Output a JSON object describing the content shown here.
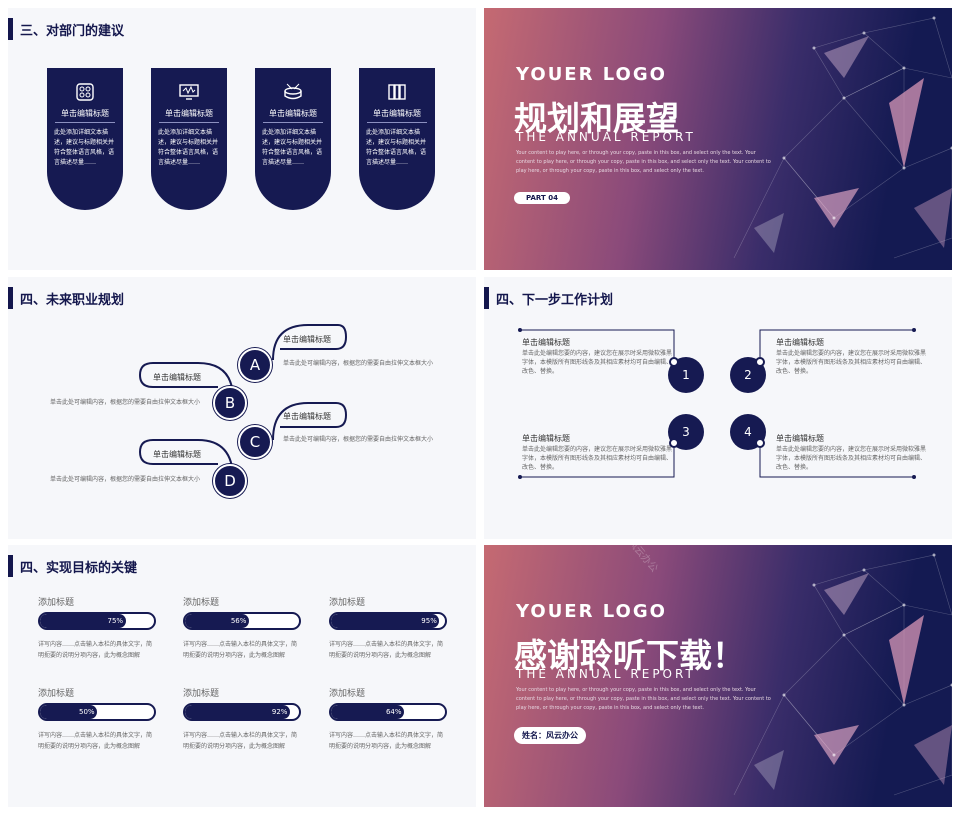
{
  "slide1": {
    "title": "三、对部门的建议",
    "cards": [
      {
        "icon": "grid-icon",
        "title": "单击编辑标题",
        "desc": "此处添加详细文本描述，建议与标题相关并符合整体语言风格，语言描述尽量……"
      },
      {
        "icon": "monitor-icon",
        "title": "单击编辑标题",
        "desc": "此处添加详细文本描述，建议与标题相关并符合整体语言风格，语言描述尽量……"
      },
      {
        "icon": "drum-icon",
        "title": "单击编辑标题",
        "desc": "此处添加详细文本描述，建议与标题相关并符合整体语言风格，语言描述尽量……"
      },
      {
        "icon": "book-icon",
        "title": "单击编辑标题",
        "desc": "此处添加详细文本描述，建议与标题相关并符合整体语言风格，语言描述尽量……"
      }
    ]
  },
  "slide2": {
    "logo": "YOUER LOGO",
    "heading": "规划和展望",
    "annual": "THE ANNUAL REPORT",
    "en_text": "Your content to play here, or through your copy, paste in this box, and select only the text. Your content to play here, or through your copy, paste in this box, and select only the text. Your content to play here, or through your copy, paste in this box, and select only the text.",
    "part": "PART 04"
  },
  "slide3": {
    "title": "四、未来职业规划",
    "items": [
      {
        "letter": "A",
        "title": "单击编辑标题",
        "desc": "单击此处可编辑内容，根据您的需要自由拉伸文本框大小"
      },
      {
        "letter": "B",
        "title": "单击编辑标题",
        "desc": "单击此处可编辑内容，根据您的需要自由拉伸文本框大小"
      },
      {
        "letter": "C",
        "title": "单击编辑标题",
        "desc": "单击此处可编辑内容，根据您的需要自由拉伸文本框大小"
      },
      {
        "letter": "D",
        "title": "单击编辑标题",
        "desc": "单击此处可编辑内容，根据您的需要自由拉伸文本框大小"
      }
    ]
  },
  "slide4": {
    "title": "四、下一步工作计划",
    "items": [
      {
        "num": "1",
        "title": "单击编辑标题",
        "desc": "单击此处编辑您要的内容，建议您在展示时采用微软雅黑字体，本模版所有图形线条及其相应素材均可自由编辑、改色、替换。"
      },
      {
        "num": "2",
        "title": "单击编辑标题",
        "desc": "单击此处编辑您要的内容，建议您在展示时采用微软雅黑字体，本模版所有图形线条及其相应素材均可自由编辑、改色、替换。"
      },
      {
        "num": "3",
        "title": "单击编辑标题",
        "desc": "单击此处编辑您要的内容，建议您在展示时采用微软雅黑字体，本模版所有图形线条及其相应素材均可自由编辑、改色、替换。"
      },
      {
        "num": "4",
        "title": "单击编辑标题",
        "desc": "单击此处编辑您要的内容，建议您在展示时采用微软雅黑字体，本模版所有图形线条及其相应素材均可自由编辑、改色、替换。"
      }
    ]
  },
  "slide5": {
    "title": "四、实现目标的关键",
    "bars": [
      {
        "label": "添加标题",
        "pct": "75%",
        "value": 0.75,
        "desc": "详写内容……点击输入本栏的具体文字，简明扼要的说明分项内容，此为概念图解"
      },
      {
        "label": "添加标题",
        "pct": "56%",
        "value": 0.56,
        "desc": "详写内容……点击输入本栏的具体文字，简明扼要的说明分项内容，此为概念图解"
      },
      {
        "label": "添加标题",
        "pct": "95%",
        "value": 0.95,
        "desc": "详写内容……点击输入本栏的具体文字，简明扼要的说明分项内容，此为概念图解"
      },
      {
        "label": "添加标题",
        "pct": "50%",
        "value": 0.5,
        "desc": "详写内容……点击输入本栏的具体文字，简明扼要的说明分项内容，此为概念图解"
      },
      {
        "label": "添加标题",
        "pct": "92%",
        "value": 0.92,
        "desc": "详写内容……点击输入本栏的具体文字，简明扼要的说明分项内容，此为概念图解"
      },
      {
        "label": "添加标题",
        "pct": "64%",
        "value": 0.64,
        "desc": "详写内容……点击输入本栏的具体文字，简明扼要的说明分项内容，此为概念图解"
      }
    ]
  },
  "slide6": {
    "logo": "YOUER LOGO",
    "heading": "感谢聆听下载！",
    "annual": "THE ANNUAL REPORT",
    "en_text": "Your content to play here, or through your copy, paste in this box, and select only the text. Your content to play here, or through your copy, paste in this box, and select only the text. Your content to play here, or through your copy, paste in this box, and select only the text.",
    "name": "姓名：风云办公",
    "watermark": "风云办公"
  },
  "colors": {
    "navy": "#161a52",
    "accent_pink": "#c56a72"
  }
}
